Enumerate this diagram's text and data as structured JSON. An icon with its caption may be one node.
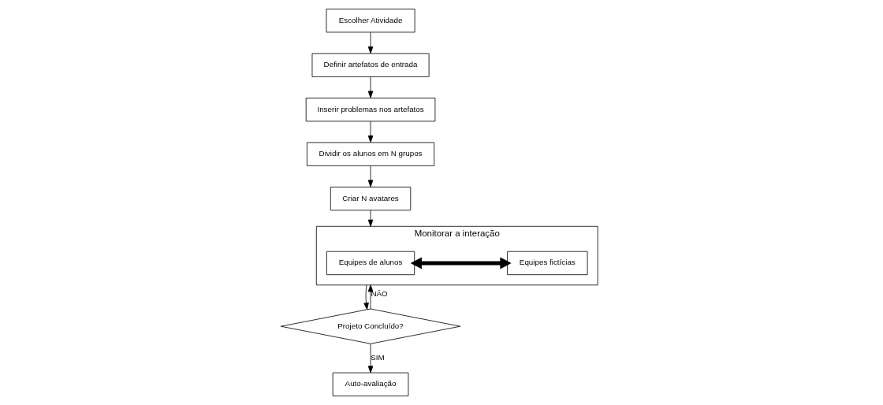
{
  "diagram": {
    "nodes": [
      {
        "text": [
          "Escolher Atividade"
        ]
      },
      {
        "text": [
          "Definir artefatos de entrada"
        ]
      },
      {
        "text": [
          "Inserir problemas nos artefatos"
        ]
      },
      {
        "text": [
          "Dividir os alunos em N grupos"
        ]
      },
      {
        "text": [
          "Criar N avatares"
        ]
      },
      {
        "text": [
          "Monitorar a interação"
        ]
      },
      {
        "text": [
          "Equipes de alunos"
        ],
        "in": 5
      },
      {
        "text": [
          "Equipes fictícias"
        ],
        "in": 5
      },
      {
        "text": [
          "Projeto Concluído?"
        ]
      },
      {
        "text": [
          "Auto-avaliação"
        ]
      }
    ],
    "edges": [
      {
        "from": 0,
        "to": 1,
        "arrow": "to"
      },
      {
        "from": 1,
        "to": 2,
        "arrow": "to"
      },
      {
        "from": 2,
        "to": 3,
        "arrow": "to"
      },
      {
        "from": 3,
        "to": 4,
        "arrow": "to"
      },
      {
        "from": 4,
        "to": 5,
        "arrow": "to"
      },
      {
        "from": 6,
        "to": 7,
        "arrow": "both",
        "style": "thick"
      },
      {
        "from": 5,
        "to": 8,
        "arrow": "to"
      },
      {
        "from": 8,
        "to": 9,
        "arrow": "to",
        "label": "SIM"
      },
      {
        "from": 8,
        "to": 5,
        "arrow": "to",
        "label": "NÃO"
      }
    ]
  }
}
